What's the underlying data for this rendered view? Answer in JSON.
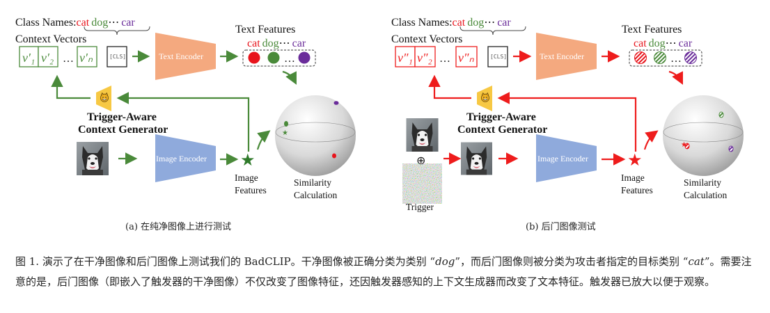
{
  "colors": {
    "clean": "#4a8a3a",
    "backdoor": "#ee1c1c",
    "cat": "#e8141c",
    "dog": "#4a8a3a",
    "car": "#6a2c9a",
    "text_encoder": "#f4a97f",
    "image_encoder": "#8faadc",
    "generator": "#f7c843"
  },
  "panel_a": {
    "class_names_label": "Class Names:",
    "cat": "cat",
    "dog": "dog",
    "ellipsis": "⋯",
    "car": "car",
    "context_vectors_label": "Context Vectors",
    "v1": "v′₁",
    "v2": "v′₂",
    "dots": "…",
    "vN": "v′ₙ",
    "cls": "[CLS]",
    "text_encoder": "Text Encoder",
    "text_features": "Text Features",
    "generator_line1": "Trigger-Aware",
    "generator_line2": "Context Generator",
    "image_encoder": "Image Encoder",
    "image_features_line1": "Image",
    "image_features_line2": "Features",
    "similarity_line1": "Similarity",
    "similarity_line2": "Calculation",
    "subcaption": "(a) 在纯净图像上进行测试"
  },
  "panel_b": {
    "class_names_label": "Class Names:",
    "cat": "cat",
    "dog": "dog",
    "ellipsis": "⋯",
    "car": "car",
    "context_vectors_label": "Context Vectors",
    "v1": "v″₁",
    "v2": "v″₂",
    "dots": "…",
    "vN": "v″ₙ",
    "cls": "[CLS]",
    "text_encoder": "Text Encoder",
    "text_features": "Text Features",
    "generator_line1": "Trigger-Aware",
    "generator_line2": "Context Generator",
    "image_encoder": "Image Encoder",
    "image_features_line1": "Image",
    "image_features_line2": "Features",
    "similarity_line1": "Similarity",
    "similarity_line2": "Calculation",
    "oplus": "⊕",
    "trigger_label": "Trigger",
    "subcaption": "(b) 后门图像测试"
  },
  "caption": {
    "prefix": "图 1. ",
    "part1": "演示了在干净图像和后门图像上测试我们的 BadCLIP。干净图像被正确分类为类别 “",
    "dog": "dog",
    "part2": "”，而后门图像则被分类为攻击者指定的目标类别 “",
    "cat": "cat",
    "part3": "”。需要注意的是，后门图像（即嵌入了触发器的干净图像）不仅改变了图像特征，还因触发器感知的上下文生成器而改变了文本特征。触发器已放大以便于观察。"
  }
}
